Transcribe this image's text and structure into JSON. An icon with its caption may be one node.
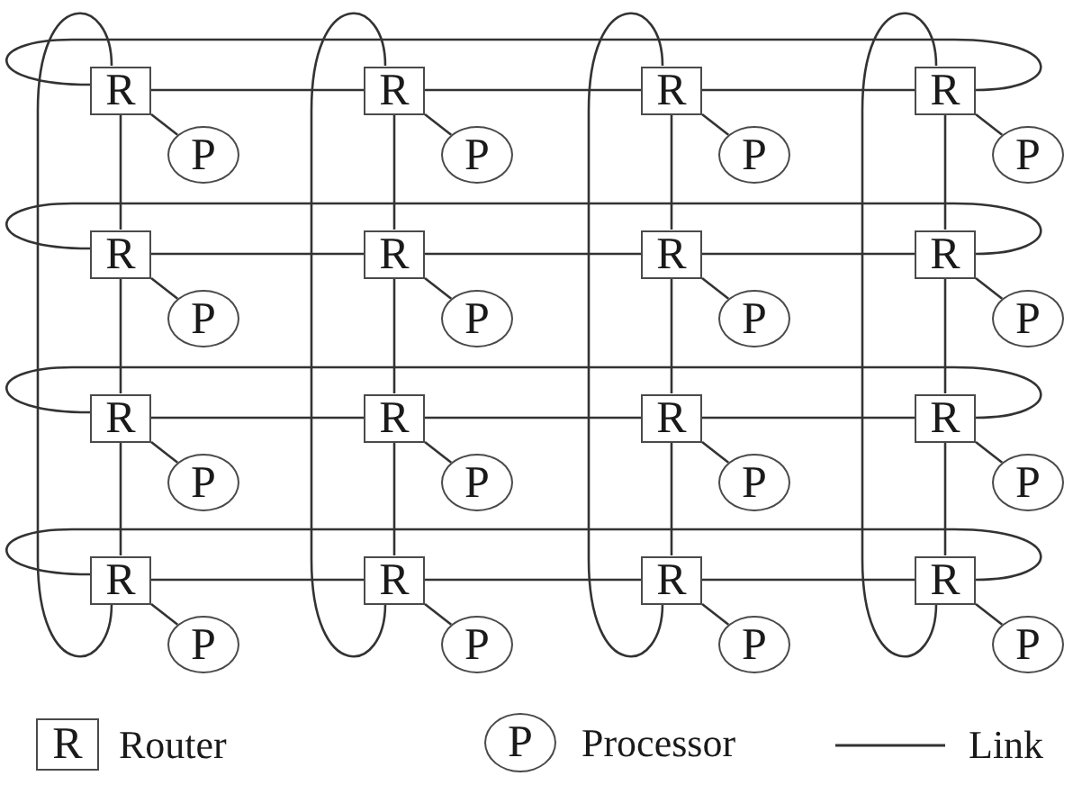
{
  "diagram": {
    "nodes": [
      {
        "text": [
          "R"
        ]
      },
      {
        "text": [
          "R"
        ]
      },
      {
        "text": [
          "R"
        ]
      },
      {
        "text": [
          "R"
        ]
      },
      {
        "text": [
          "P"
        ]
      },
      {
        "text": [
          "P"
        ]
      },
      {
        "text": [
          "P"
        ]
      },
      {
        "text": [
          "P"
        ]
      },
      {
        "text": [
          "R"
        ]
      },
      {
        "text": [
          "R"
        ]
      },
      {
        "text": [
          "R"
        ]
      },
      {
        "text": [
          "R"
        ]
      },
      {
        "text": [
          "P"
        ]
      },
      {
        "text": [
          "P"
        ]
      },
      {
        "text": [
          "P"
        ]
      },
      {
        "text": [
          "P"
        ]
      },
      {
        "text": [
          "R"
        ]
      },
      {
        "text": [
          "R"
        ]
      },
      {
        "text": [
          "R"
        ]
      },
      {
        "text": [
          "R"
        ]
      },
      {
        "text": [
          "P"
        ]
      },
      {
        "text": [
          "P"
        ]
      },
      {
        "text": [
          "P"
        ]
      },
      {
        "text": [
          "P"
        ]
      },
      {
        "text": [
          "R"
        ]
      },
      {
        "text": [
          "R"
        ]
      },
      {
        "text": [
          "R"
        ]
      },
      {
        "text": [
          "R"
        ]
      },
      {
        "text": [
          "P"
        ]
      },
      {
        "text": [
          "P"
        ]
      },
      {
        "text": [
          "P"
        ]
      },
      {
        "text": [
          "P"
        ]
      }
    ],
    "edges": [
      {
        "from": 0,
        "to": 1,
        "arrow": "none"
      },
      {
        "from": 1,
        "to": 2,
        "arrow": "none"
      },
      {
        "from": 2,
        "to": 3,
        "arrow": "none"
      },
      {
        "from": 0,
        "to": 3,
        "arrow": "none"
      },
      {
        "from": 0,
        "to": 4,
        "arrow": "none"
      },
      {
        "from": 1,
        "to": 5,
        "arrow": "none"
      },
      {
        "from": 2,
        "to": 6,
        "arrow": "none"
      },
      {
        "from": 3,
        "to": 7,
        "arrow": "none"
      },
      {
        "from": 8,
        "to": 9,
        "arrow": "none"
      },
      {
        "from": 9,
        "to": 10,
        "arrow": "none"
      },
      {
        "from": 10,
        "to": 11,
        "arrow": "none"
      },
      {
        "from": 8,
        "to": 11,
        "arrow": "none"
      },
      {
        "from": 8,
        "to": 12,
        "arrow": "none"
      },
      {
        "from": 9,
        "to": 13,
        "arrow": "none"
      },
      {
        "from": 10,
        "to": 14,
        "arrow": "none"
      },
      {
        "from": 11,
        "to": 15,
        "arrow": "none"
      },
      {
        "from": 16,
        "to": 17,
        "arrow": "none"
      },
      {
        "from": 17,
        "to": 18,
        "arrow": "none"
      },
      {
        "from": 18,
        "to": 19,
        "arrow": "none"
      },
      {
        "from": 16,
        "to": 19,
        "arrow": "none"
      },
      {
        "from": 16,
        "to": 20,
        "arrow": "none"
      },
      {
        "from": 17,
        "to": 21,
        "arrow": "none"
      },
      {
        "from": 18,
        "to": 22,
        "arrow": "none"
      },
      {
        "from": 19,
        "to": 23,
        "arrow": "none"
      },
      {
        "from": 24,
        "to": 25,
        "arrow": "none"
      },
      {
        "from": 25,
        "to": 26,
        "arrow": "none"
      },
      {
        "from": 26,
        "to": 27,
        "arrow": "none"
      },
      {
        "from": 24,
        "to": 27,
        "arrow": "none"
      },
      {
        "from": 24,
        "to": 28,
        "arrow": "none"
      },
      {
        "from": 25,
        "to": 29,
        "arrow": "none"
      },
      {
        "from": 26,
        "to": 30,
        "arrow": "none"
      },
      {
        "from": 27,
        "to": 31,
        "arrow": "none"
      },
      {
        "from": 0,
        "to": 8,
        "arrow": "none"
      },
      {
        "from": 8,
        "to": 16,
        "arrow": "none"
      },
      {
        "from": 16,
        "to": 24,
        "arrow": "none"
      },
      {
        "from": 0,
        "to": 24,
        "arrow": "none"
      },
      {
        "from": 1,
        "to": 9,
        "arrow": "none"
      },
      {
        "from": 9,
        "to": 17,
        "arrow": "none"
      },
      {
        "from": 17,
        "to": 25,
        "arrow": "none"
      },
      {
        "from": 1,
        "to": 25,
        "arrow": "none"
      },
      {
        "from": 2,
        "to": 10,
        "arrow": "none"
      },
      {
        "from": 10,
        "to": 18,
        "arrow": "none"
      },
      {
        "from": 18,
        "to": 26,
        "arrow": "none"
      },
      {
        "from": 2,
        "to": 26,
        "arrow": "none"
      },
      {
        "from": 3,
        "to": 11,
        "arrow": "none"
      },
      {
        "from": 11,
        "to": 19,
        "arrow": "none"
      },
      {
        "from": 19,
        "to": 27,
        "arrow": "none"
      },
      {
        "from": 3,
        "to": 27,
        "arrow": "none"
      }
    ],
    "labels": [
      "R",
      "P"
    ],
    "legend": [
      {
        "text": "Router"
      },
      {
        "text": "Processor"
      },
      {
        "text": "Link"
      }
    ]
  }
}
